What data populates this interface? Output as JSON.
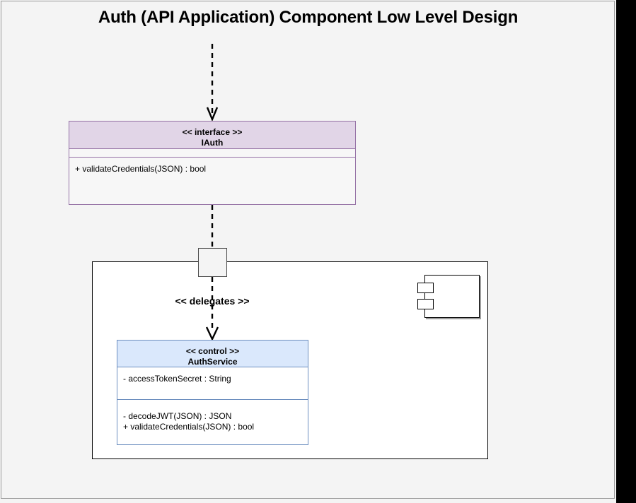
{
  "page": {
    "title": "Auth (API Application) Component Low Level Design",
    "background_color": "#f4f4f4",
    "side_band_color": "#000000"
  },
  "interface": {
    "stereotype": "<< interface >>",
    "name": "IAuth",
    "header_fill": "#e1d5e7",
    "border_color": "#9673a6",
    "attributes": [],
    "methods": [
      "+ validateCredentials(JSON) : bool"
    ]
  },
  "component": {
    "icon_name": "uml-component-icon",
    "port_name": "delegation-port"
  },
  "delegation": {
    "label": "<< delegates >>"
  },
  "control": {
    "stereotype": "<< control >>",
    "name": "AuthService",
    "header_fill": "#dae8fc",
    "border_color": "#6c8ebf",
    "attributes": [
      "- accessTokenSecret : String"
    ],
    "methods": [
      "- decodeJWT(JSON) : JSON",
      "+ validateCredentials(JSON) : bool"
    ]
  }
}
